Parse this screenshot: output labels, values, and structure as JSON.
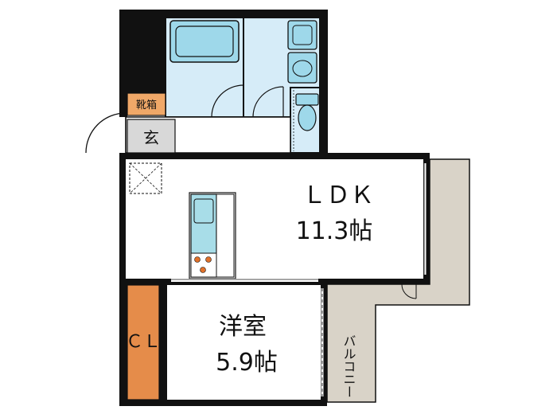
{
  "rooms": {
    "ldk": {
      "name": "ＬＤＫ",
      "size": "11.3帖"
    },
    "western": {
      "name": "洋室",
      "size": "5.9帖"
    },
    "entrance": {
      "name": "玄"
    },
    "shoe_box": {
      "name": "靴箱"
    },
    "closet": {
      "name": "ＣＬ"
    },
    "balcony": {
      "name": "バルコニー"
    }
  },
  "colors": {
    "wall": "#111111",
    "wet_area": "#d6ecf8",
    "fixture": "#9ed8ea",
    "kitchen": "#a8dde8",
    "closet": "#e58c4a",
    "shoe_box": "#f0a868",
    "entrance_floor": "#d8d8d8",
    "balcony": "#d9d3c8",
    "room_floor": "#ffffff",
    "stove_burner": "#e0712a"
  }
}
